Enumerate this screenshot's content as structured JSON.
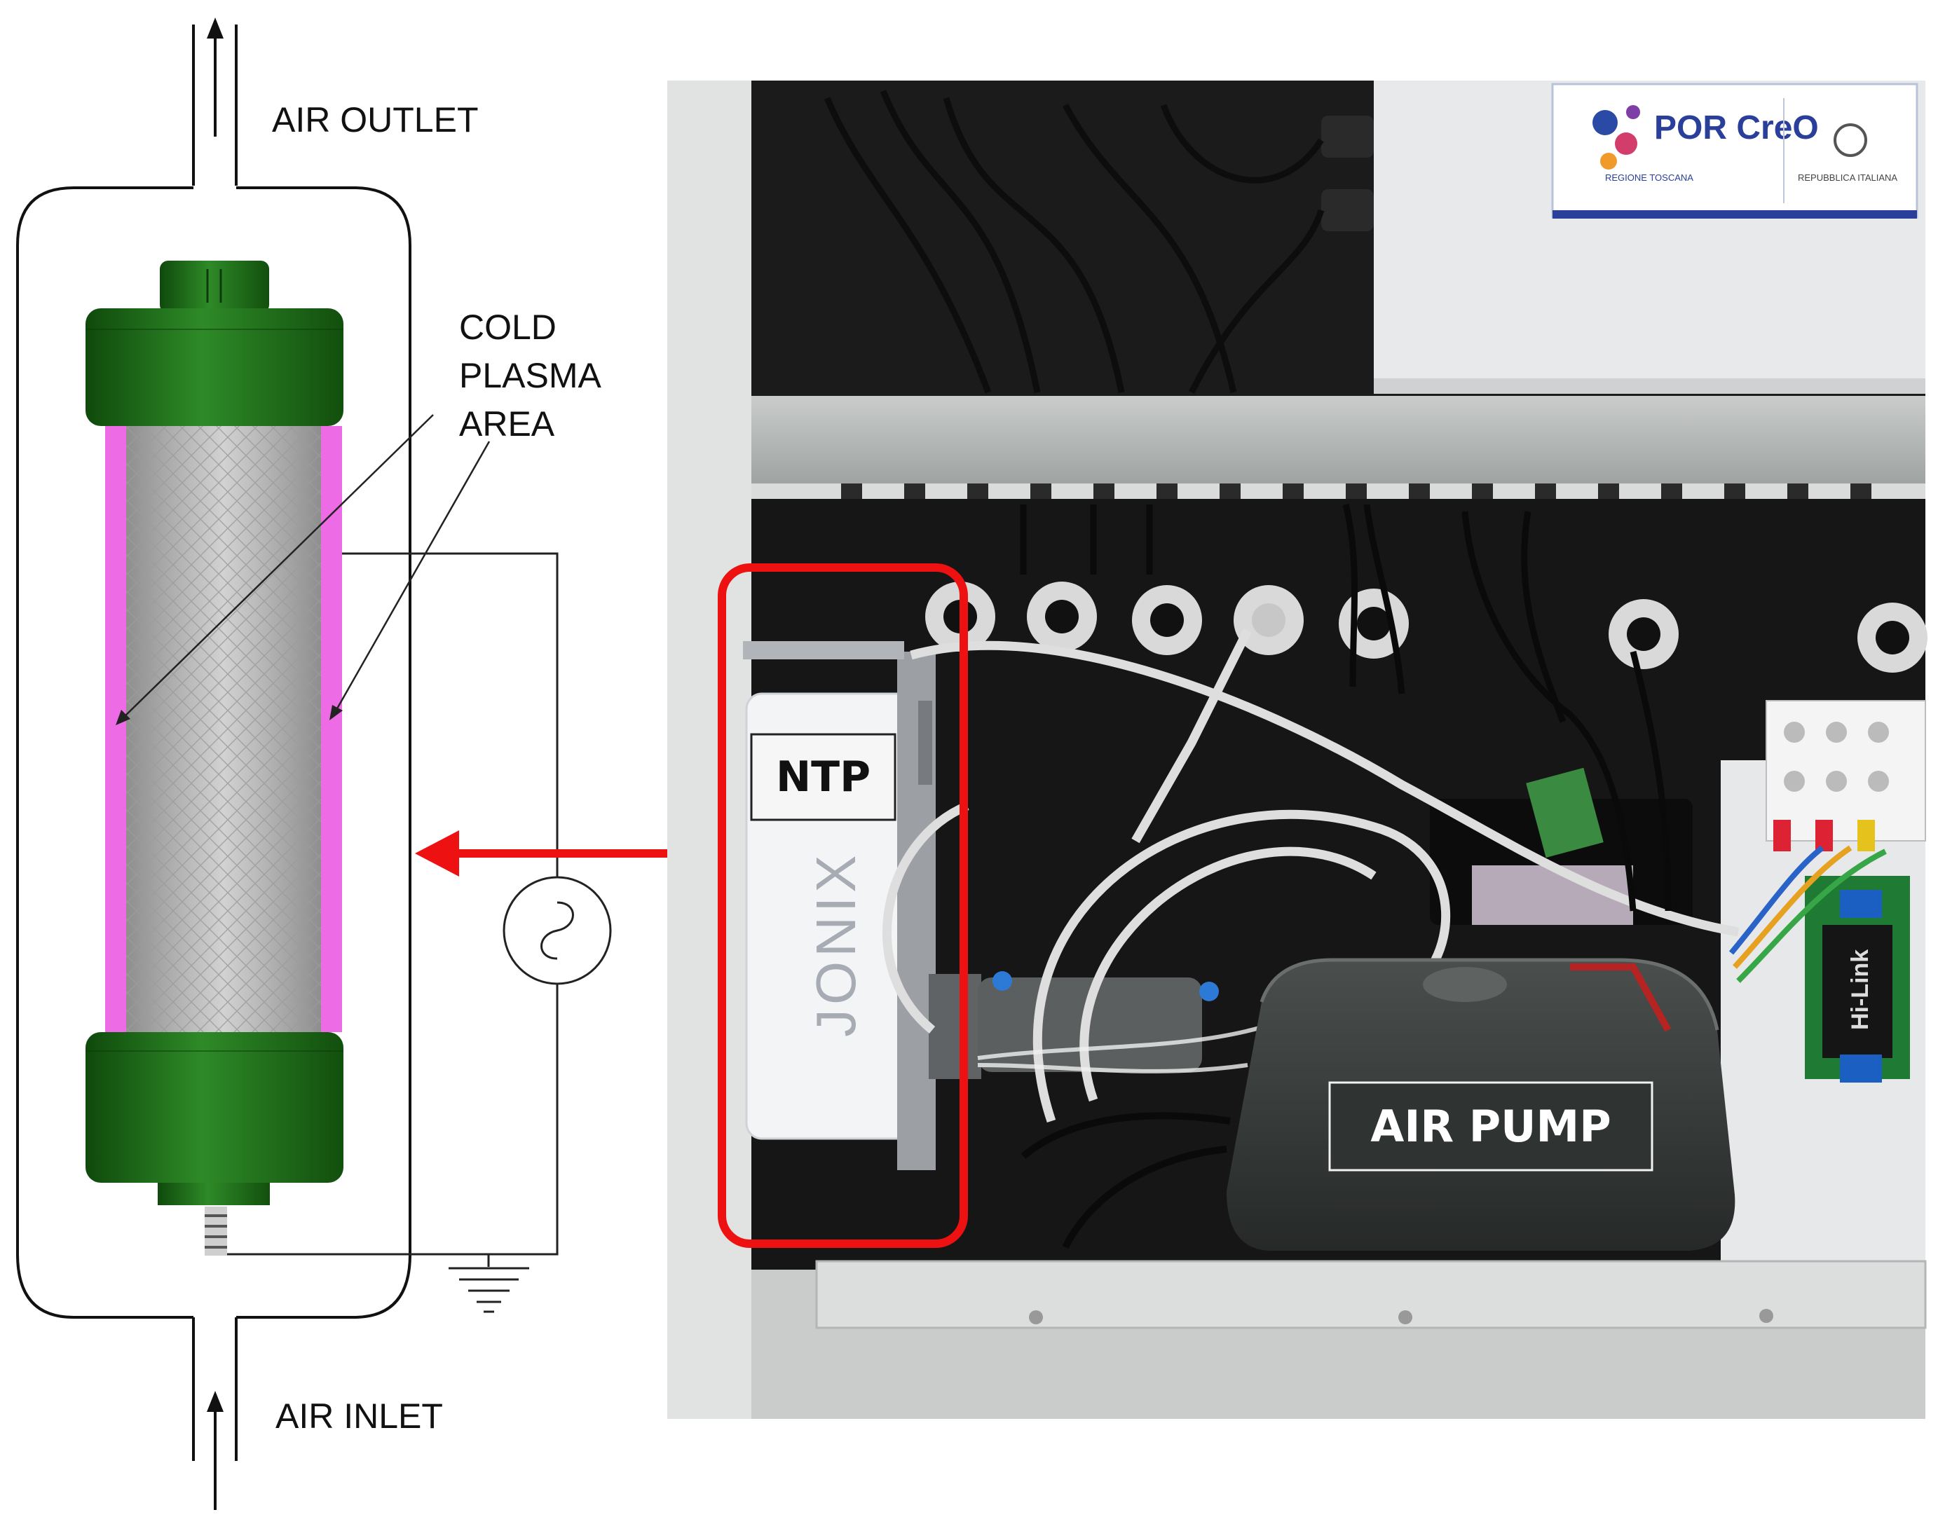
{
  "labels": {
    "air_outlet": "AIR OUTLET",
    "air_inlet": "AIR INLET",
    "cold_plasma_line1": "COLD",
    "cold_plasma_line2": "PLASMA",
    "cold_plasma_line3": "AREA",
    "ntp": "NTP",
    "air_pump": "AIR PUMP",
    "photo_brand": "JONIX",
    "photo_logo": "POR CreO",
    "photo_logo_sub": "REGIONE TOSCANA",
    "photo_logo_republic": "REPUBBLICA ITALIANA",
    "photo_module": "Hi-Link"
  },
  "colors": {
    "cap_green": "#1f6e1a",
    "cap_green_dark": "#134d10",
    "plasma_magenta": "#ee6be6",
    "filter_gray": "#b9b9b9",
    "highlight_red": "#ee1111",
    "pump_body": "#3b3f3e",
    "enclosure_gray": "#d4d7d6",
    "backplate_black": "#1a1a1a"
  },
  "icons": [
    "ac-source-icon",
    "ground-icon",
    "arrow-up-icon",
    "arrow-left-icon"
  ]
}
